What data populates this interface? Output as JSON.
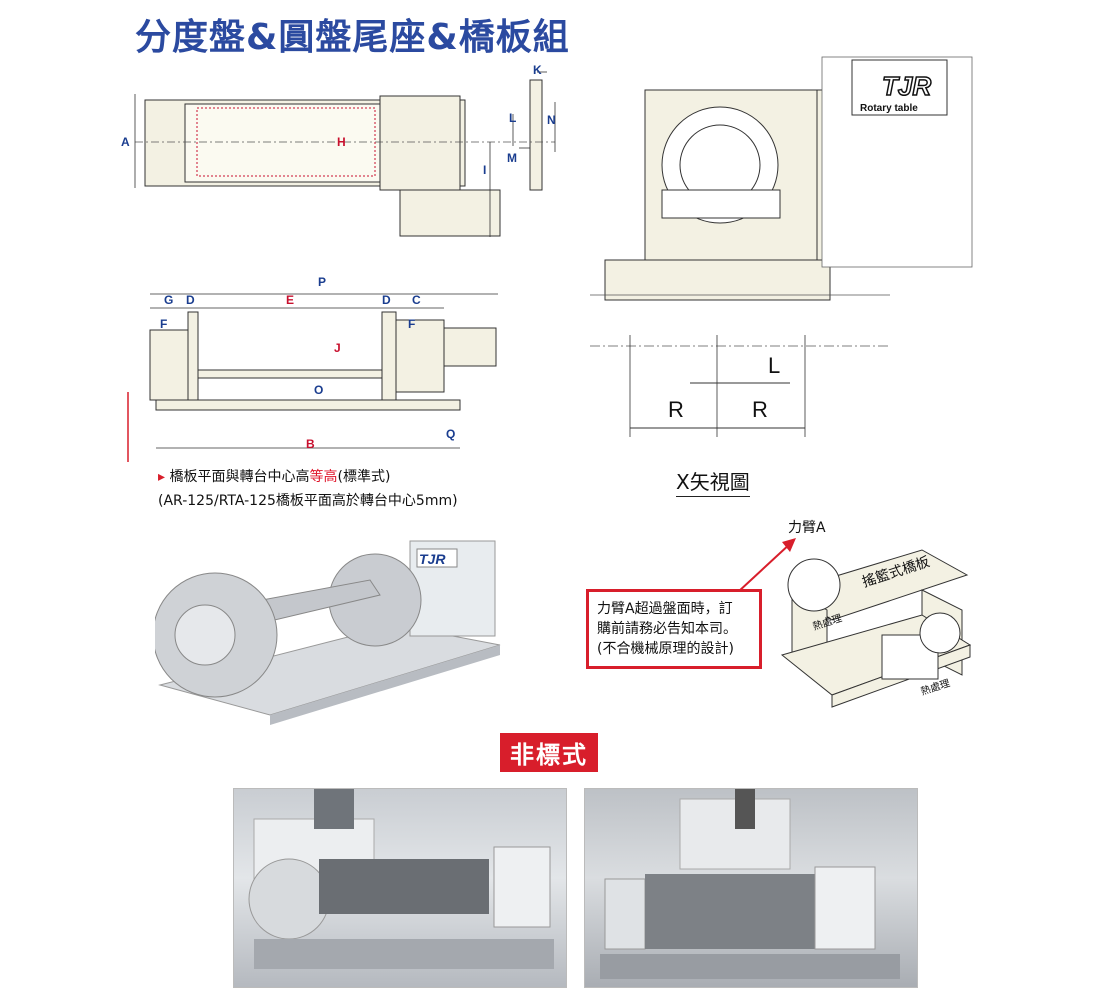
{
  "title": "分度盤&圓盤尾座&橋板組",
  "top_dims": {
    "A": "A",
    "H": "H",
    "I": "I",
    "K": "K",
    "L": "L",
    "M": "M",
    "N": "N"
  },
  "side_dims": {
    "P": "P",
    "G": "G",
    "D1": "D",
    "E": "E",
    "D2": "D",
    "C": "C",
    "F1": "F",
    "F2": "F",
    "J": "J",
    "O": "O",
    "B": "B",
    "Q": "Q"
  },
  "note_line1_a": "橋板平面與轉台中心高",
  "note_line1_hl": "等高",
  "note_line1_b": "(標準式)",
  "note_line2": "(AR-125/RTA-125橋板平面高於轉台中心5mm)",
  "x_view_dims": {
    "L": "L",
    "R1": "R",
    "R2": "R"
  },
  "x_view_caption": "X矢視圖",
  "brand": {
    "logo": "TJR",
    "tagline": "Rotary table"
  },
  "arm_label": "力臂A",
  "callout_lines": [
    "力臂A超過盤面時，訂",
    "購前請務必告知本司。",
    "(不合機械原理的設計)"
  ],
  "callout_bold": "A",
  "cradle_label": "搖籃式橋板",
  "cradle_small": [
    "熱處理",
    "熱處理"
  ],
  "nonstandard": "非標式",
  "colors": {
    "title": "#2b4aa0",
    "dim_blue": "#1a3d8f",
    "dim_red": "#c8102e",
    "accent_red": "#d81e2b",
    "machine": "#f3f1e3"
  }
}
